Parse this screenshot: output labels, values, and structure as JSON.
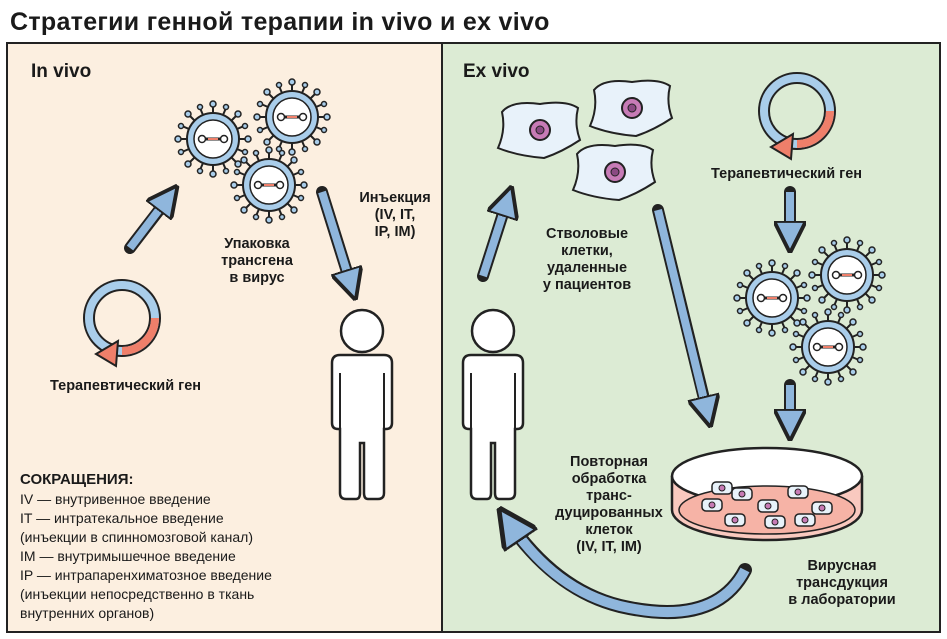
{
  "title": "Стратегии генной терапии in vivo и ex vivo",
  "in_vivo": {
    "heading": "In vivo",
    "packaging_label": [
      "Упаковка",
      "трансгена",
      "в вирус"
    ],
    "injection_label": [
      "Инъекция",
      "(IV, IT,",
      "IP, IM)"
    ],
    "gene_label": "Терапевтический ген"
  },
  "ex_vivo": {
    "heading": "Ex vivo",
    "stem_cells_label": [
      "Стволовые",
      "клетки,",
      "удаленные",
      "у пациентов"
    ],
    "gene_label": "Терапевтический ген",
    "reinfusion_label": [
      "Повторная",
      "обработка",
      "транс-",
      "дуцированных",
      "клеток",
      "(IV, IT, IM)"
    ],
    "transduction_label": [
      "Вирусная",
      "трансдукция",
      "в лаборатории"
    ]
  },
  "abbreviations": {
    "heading": "СОКРАЩЕНИЯ:",
    "lines": [
      "IV — внутривенное введение",
      "IT — интратекальное введение",
      "(инъекции в спинномозговой канал)",
      "IM — внутримышечное введение",
      "IP — интрапаренхиматозное введение",
      "(инъекции непосредственно в ткань",
      "внутренних органов)"
    ]
  },
  "colors": {
    "in_vivo_bg": "#fcefe0",
    "ex_vivo_bg": "#dcebd4",
    "arrow": "#8fb6dc",
    "plasmid_blue": "#a9cdea",
    "plasmid_red": "#ef7f6a",
    "cell_purple": "#c77bb6"
  }
}
